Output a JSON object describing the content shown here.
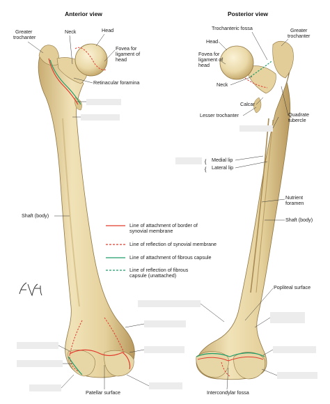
{
  "views": {
    "anterior": "Anterior view",
    "posterior": "Posterior view"
  },
  "anterior_labels": {
    "greater_trochanter": [
      "Greater",
      "trochanter"
    ],
    "neck": "Neck",
    "head": "Head",
    "fovea": [
      "Fovea for",
      "ligament of",
      "head"
    ],
    "retinacular": "Retinacular foramina",
    "shaft": "Shaft (body)",
    "patellar": "Patellar surface"
  },
  "posterior_labels": {
    "trochanteric_fossa": "Trochanteric fossa",
    "greater_trochanter": [
      "Greater",
      "trochanter"
    ],
    "head": "Head",
    "fovea": [
      "Fovea for",
      "ligament of",
      "head"
    ],
    "neck": "Neck",
    "calcar": "Calcar",
    "lesser_trochanter": "Lesser trochanter",
    "quadrate": [
      "Quadrate",
      "tubercle"
    ],
    "medial_lip": "Medial lip",
    "lateral_lip": "Lateral lip",
    "nutrient": [
      "Nutrient",
      "foramen"
    ],
    "shaft": "Shaft (body)",
    "popliteal": "Popliteal surface",
    "intercondylar": "Intercondylar fossa"
  },
  "legend": [
    {
      "lines": [
        "Line of attachment of border of",
        "synovial membrane"
      ],
      "color": "#e23b2e",
      "dashed": false
    },
    {
      "lines": [
        "Line of reflection of synovial membrane"
      ],
      "color": "#e23b2e",
      "dashed": true
    },
    {
      "lines": [
        "Line of attachment of fibrous capsule"
      ],
      "color": "#1f9d6b",
      "dashed": false
    },
    {
      "lines": [
        "Line of reflection of fibrous",
        "capsule (unattached)"
      ],
      "color": "#1f9d6b",
      "dashed": true
    }
  ],
  "colors": {
    "bone": "#ead9a8",
    "bone_shade": "#c9ad72",
    "bone_dark": "#a88a52",
    "synovial": "#e23b2e",
    "fibrous": "#1f9d6b"
  }
}
